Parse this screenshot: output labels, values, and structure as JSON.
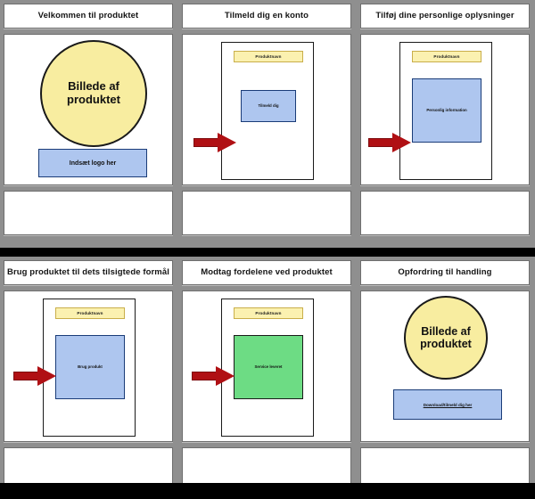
{
  "board": {
    "background_color": "#8f8f8f",
    "separator_color": "#000000",
    "panel_background": "#ffffff",
    "accent_yellow": "#f8eda0",
    "accent_blue": "#aec6ef",
    "accent_green": "#6ddc84",
    "accent_red": "#b01014",
    "label_yellow": "#fbf1b0"
  },
  "panels": [
    {
      "id": "panel-1",
      "title": "Velkommen til produktet",
      "circle_label": "Billede af produktet",
      "logo_label": "Indsæt logo her"
    },
    {
      "id": "panel-2",
      "title": "Tilmeld dig en konto",
      "product_name_label": "Produktnavn",
      "content_label": "Tilmeld dig"
    },
    {
      "id": "panel-3",
      "title": "Tilføj dine personlige oplysninger",
      "product_name_label": "Produktnavn",
      "content_label": "Personlig information"
    },
    {
      "id": "panel-4",
      "title": "Brug produktet til dets tilsigtede formål",
      "product_name_label": "Produktnavn",
      "content_label": "Brug produkt"
    },
    {
      "id": "panel-5",
      "title": "Modtag fordelene ved produktet",
      "product_name_label": "Produktnavn",
      "content_label": "Service leveret"
    },
    {
      "id": "panel-6",
      "title": "Opfordring til handling",
      "circle_label": "Billede af produktet",
      "cta_label": "Download/tilmeld dig her"
    }
  ]
}
